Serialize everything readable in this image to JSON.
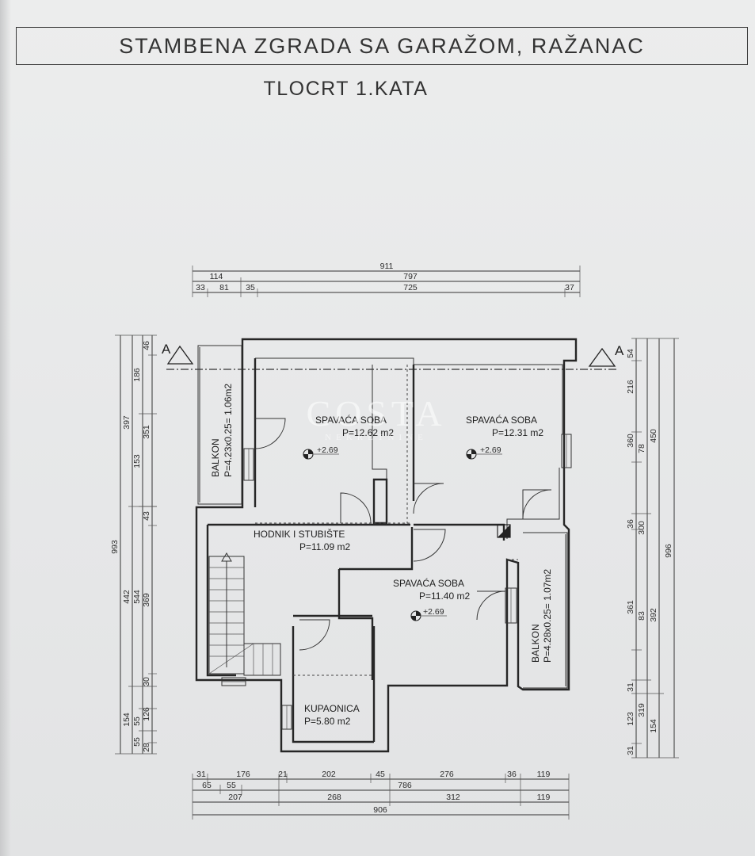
{
  "title": "STAMBENA ZGRADA SA GARAŽOM, RAŽANAC",
  "subtitle": "TLOCRT 1.KATA",
  "watermark": {
    "brand": "COSTA",
    "tagline": "NEKRETNINE"
  },
  "section_marks": {
    "left": "A",
    "right": "A"
  },
  "dimensions": {
    "top_row1": "911",
    "top_row2": [
      "114",
      "797"
    ],
    "top_row3": [
      "33",
      "81",
      "35",
      "725",
      "37"
    ],
    "left_col_outer": "993",
    "left_col2": [
      "397",
      "442",
      "154"
    ],
    "left_col3": [
      "186",
      "153",
      "544",
      "55",
      "55"
    ],
    "left_col4": [
      "46",
      "351",
      "43",
      "369",
      "30",
      "126",
      "28"
    ],
    "right_col1": [
      "54",
      "216",
      "78",
      "36",
      "300",
      "83",
      "31",
      "123",
      "31"
    ],
    "right_col2": [
      "360",
      "361",
      "319"
    ],
    "right_col3": [
      "450",
      "392",
      "154"
    ],
    "right_col_outer": "996",
    "bottom_row1": [
      "31",
      "176",
      "21",
      "202",
      "45",
      "276",
      "36",
      "119"
    ],
    "bottom_row2": [
      "65",
      "55",
      "786"
    ],
    "bottom_row3": [
      "207",
      "268",
      "312",
      "119"
    ],
    "bottom_row4": "906"
  },
  "rooms": [
    {
      "name": "SPAVAĆA SOBA",
      "area": "P=12.62 m2",
      "level": "+2.69"
    },
    {
      "name": "SPAVAĆA SOBA",
      "area": "P=12.31 m2",
      "level": "+2.69"
    },
    {
      "name": "HODNIK I STUBIŠTE",
      "area": "P=11.09 m2"
    },
    {
      "name": "SPAVAĆA SOBA",
      "area": "P=11.40 m2",
      "level": "+2.69"
    },
    {
      "name": "KUPAONICA",
      "area": "P=5.80 m2"
    }
  ],
  "balconies": [
    {
      "name": "BALKON",
      "area": "P=4.23x0.25= 1.06m2"
    },
    {
      "name": "BALKON",
      "area": "P=4.28x0.25= 1.07m2"
    }
  ]
}
